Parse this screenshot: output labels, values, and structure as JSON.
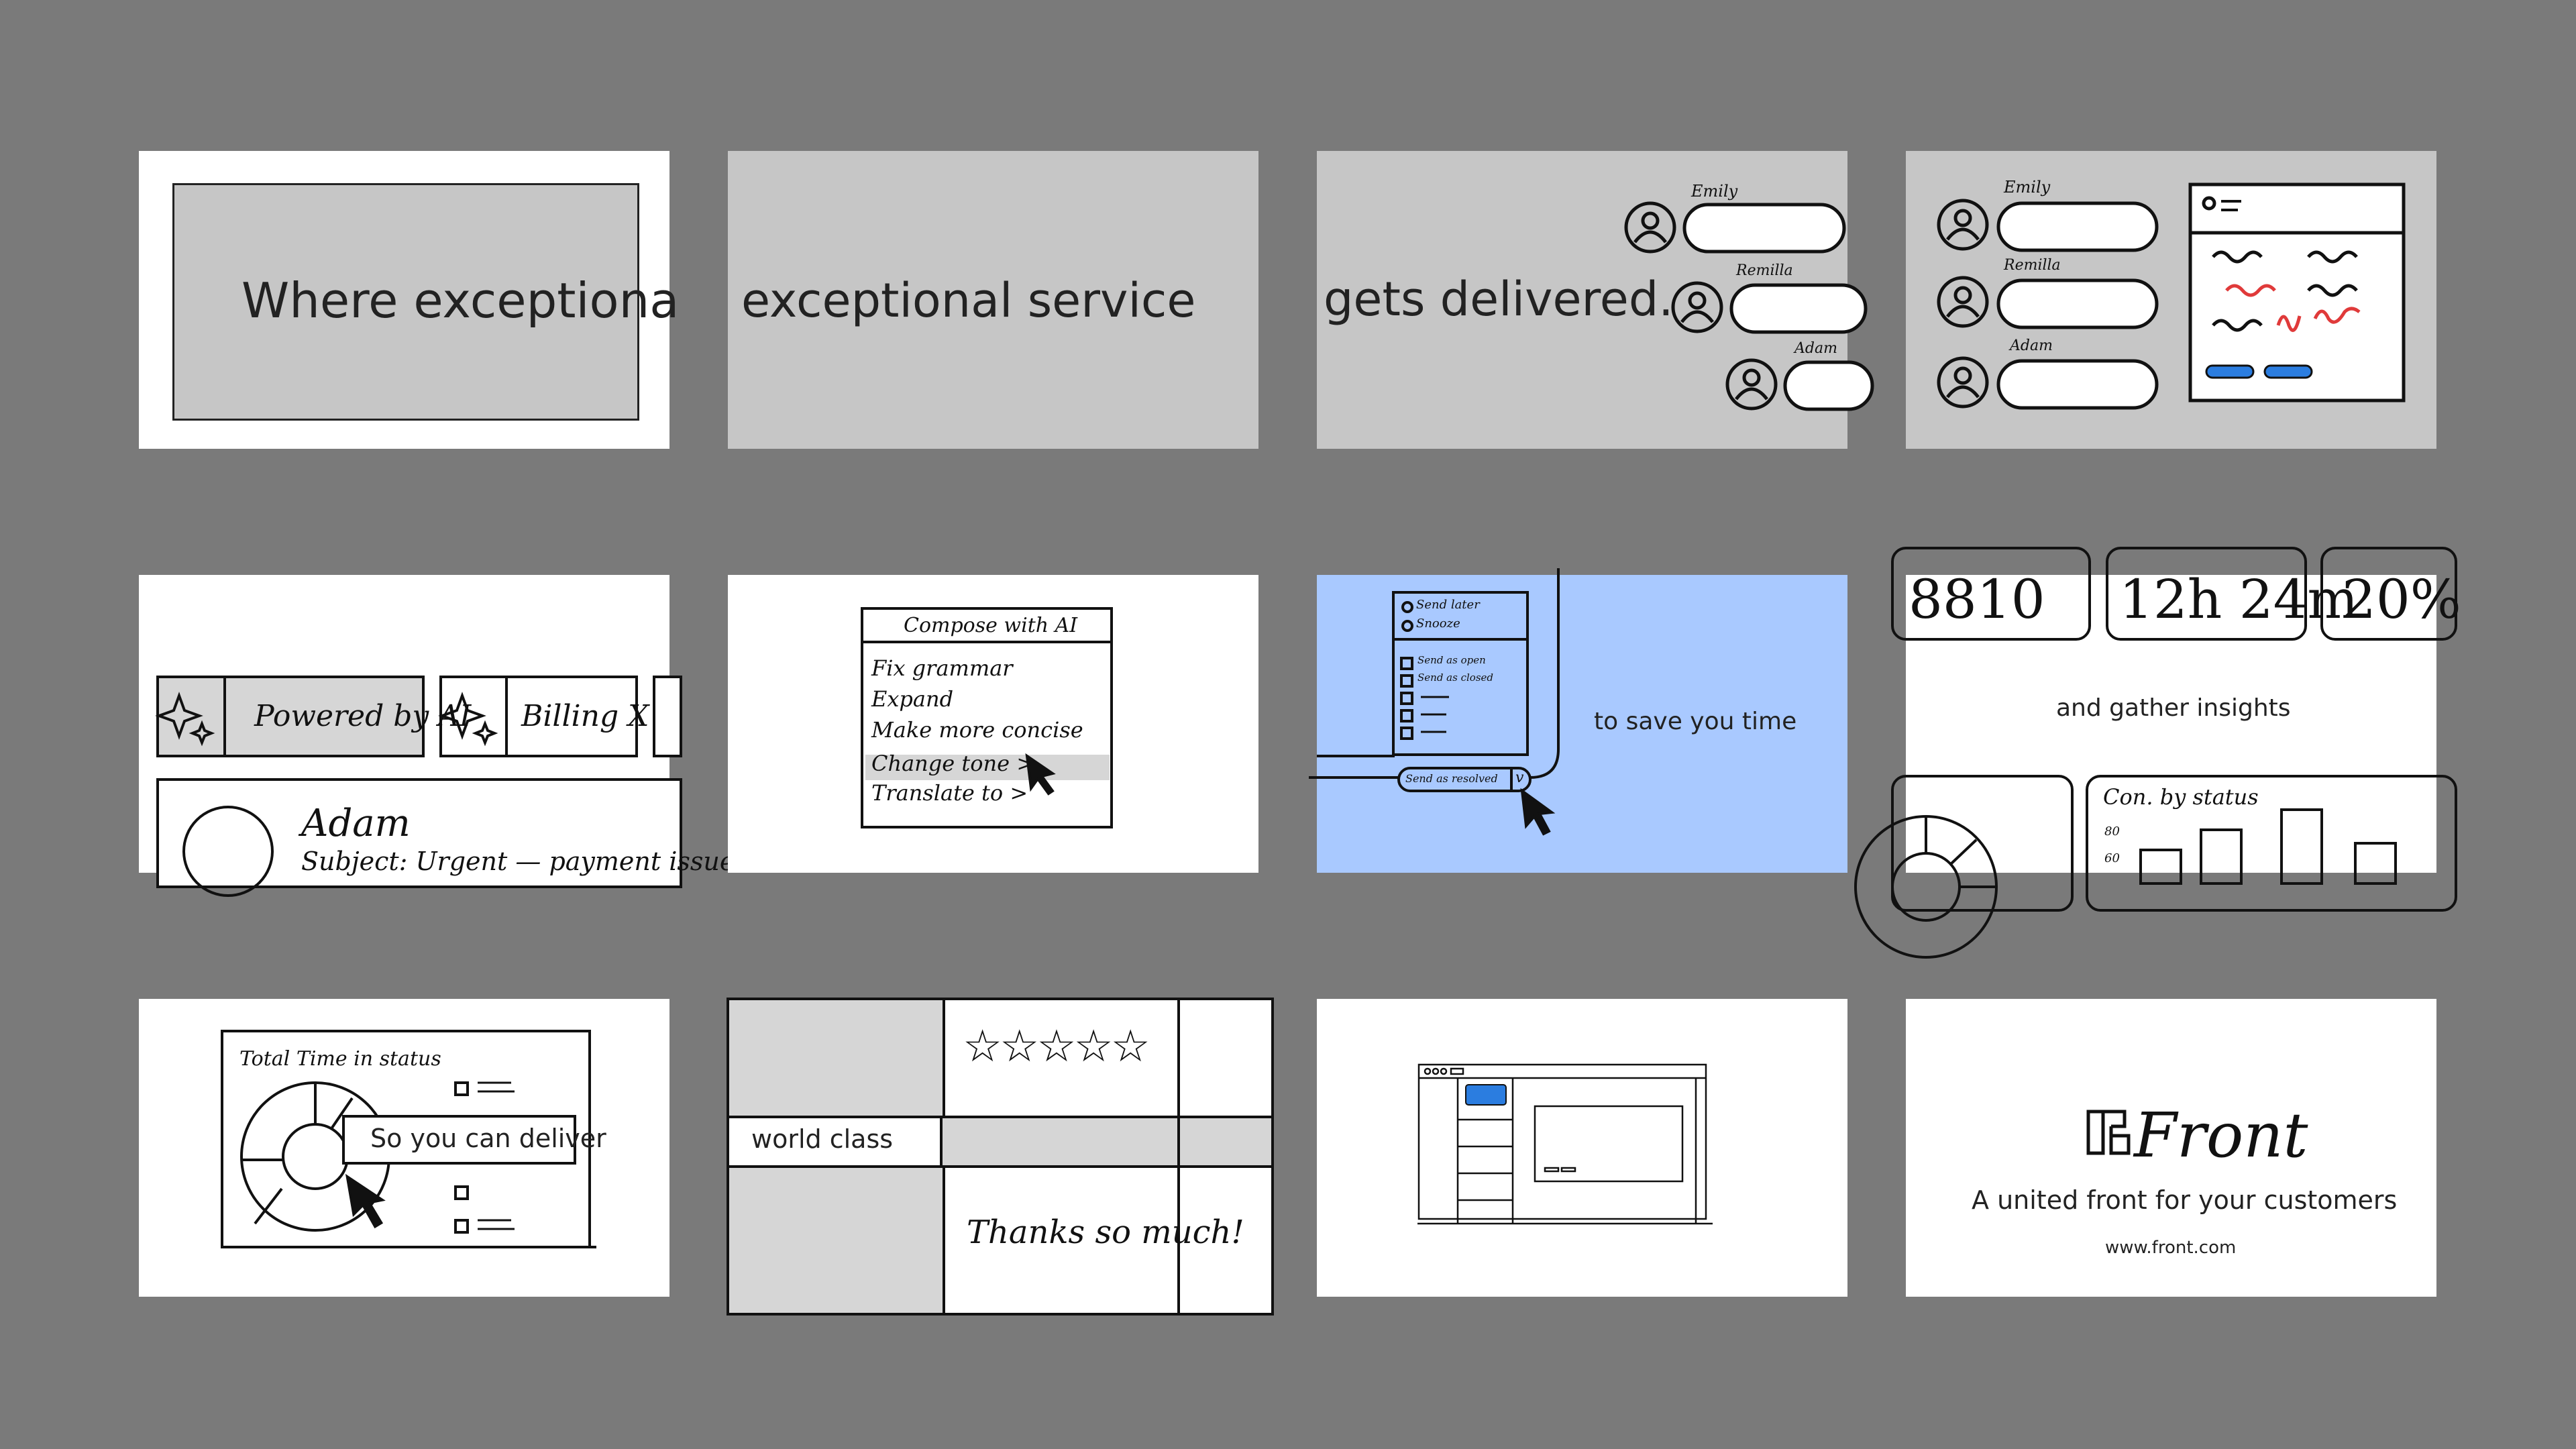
{
  "frames": {
    "f1": {
      "headline": "Where exceptiona"
    },
    "f2": {
      "headline": "exceptional service"
    },
    "f3": {
      "headline": "gets delivered.",
      "names": [
        "Emily",
        "Remilla",
        "Adam"
      ]
    },
    "f4": {
      "names": [
        "Emily",
        "Remilla",
        "Adam"
      ]
    },
    "f5": {
      "powered": "Powered by AI",
      "billing": "Billing X",
      "contact": "Adam",
      "subject": "Subject: Urgent — payment issue"
    },
    "f6": {
      "title": "Compose with AI",
      "items": [
        "Fix grammar",
        "Expand",
        "Make more concise",
        "Change tone >",
        "Translate to >"
      ]
    },
    "f7": {
      "menu": [
        "Send later",
        "Snooze",
        "Send as open",
        "Send as closed"
      ],
      "button": "Send as resolved",
      "chevron": "v",
      "caption": "to save you time"
    },
    "f8": {
      "stats": [
        "8810",
        "12h 24m",
        "20%"
      ],
      "caption": "and gather insights",
      "chart_title": "Con. by status",
      "axis": [
        "80",
        "60"
      ]
    },
    "f9": {
      "chart_title": "Total Time in status",
      "caption": "So you can deliver"
    },
    "f10": {
      "caption": "world class",
      "stars": "☆☆☆☆☆",
      "thanks": "Thanks so much!"
    },
    "f12": {
      "logo": "Front",
      "tagline": "A united front for your customers",
      "url": "www.front.com"
    }
  },
  "colors": {
    "canvas": "#7a7a7a",
    "gray": "#c6c6c6",
    "blue_bg": "#a9c9ff",
    "accent_blue": "#2b7de0",
    "accent_red": "#e03a3a"
  }
}
